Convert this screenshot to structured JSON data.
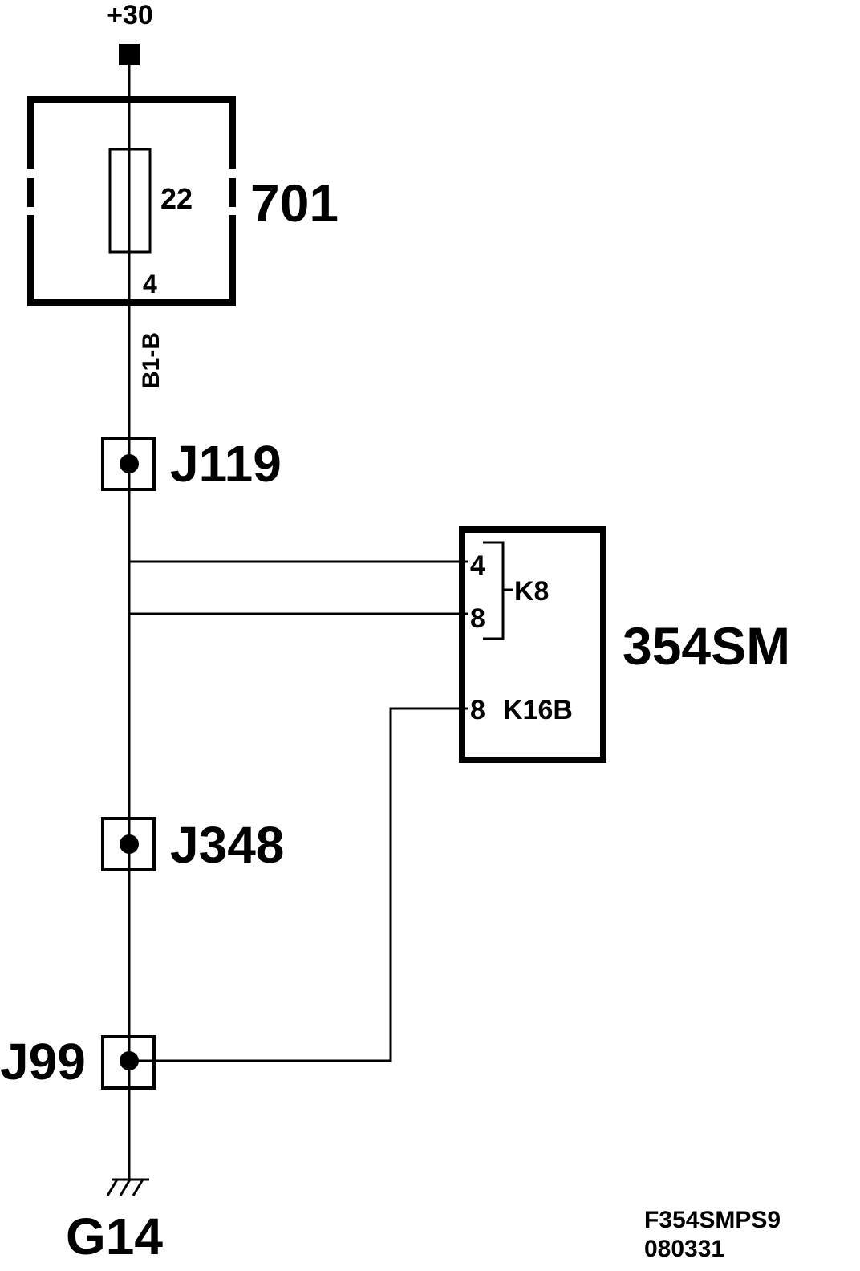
{
  "supply": {
    "label": "+30"
  },
  "fuse_box": {
    "id": "701",
    "fuse_number": "22",
    "pin": "4"
  },
  "wire_code": "B1-B",
  "splices": [
    {
      "id": "J119"
    },
    {
      "id": "J348"
    },
    {
      "id": "J99"
    }
  ],
  "module": {
    "id": "354SM",
    "connector_k8": {
      "name": "K8",
      "pin_top": "4",
      "pin_bottom": "8"
    },
    "connector_k16b": {
      "name": "K16B",
      "pin": "8"
    }
  },
  "ground": {
    "id": "G14"
  },
  "footer": {
    "drawing_code": "F354SMPS9",
    "date_code": "080331"
  }
}
